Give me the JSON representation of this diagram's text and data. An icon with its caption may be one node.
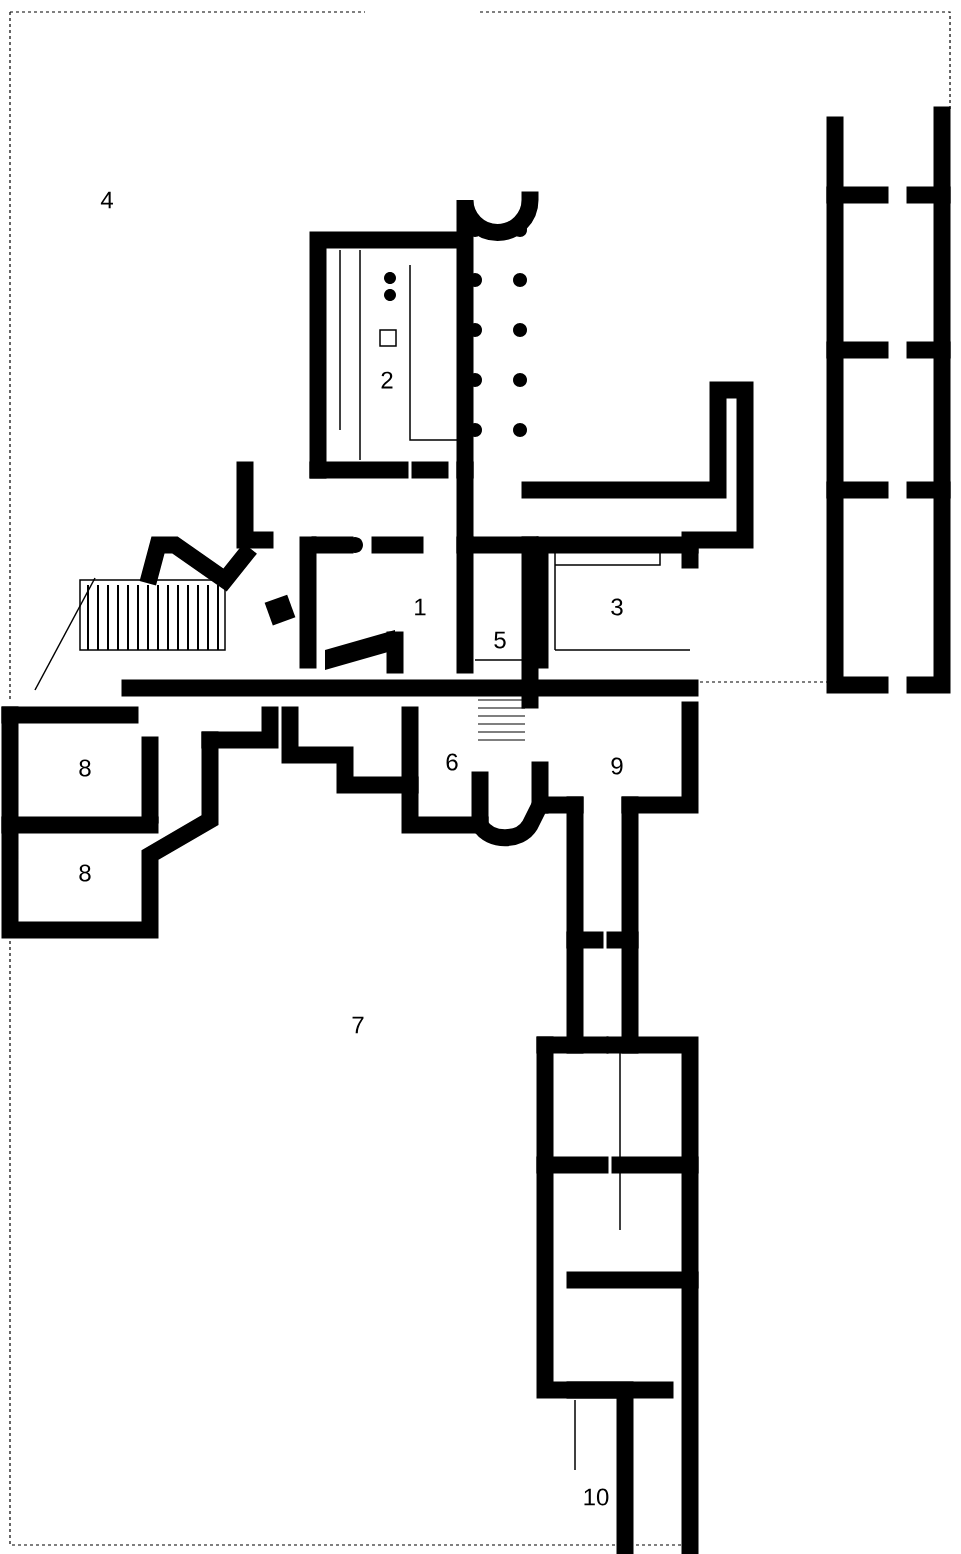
{
  "diagram": {
    "labels": [
      "4",
      "2",
      "1",
      "3",
      "5",
      "8",
      "6",
      "9",
      "8",
      "7",
      "10"
    ]
  }
}
